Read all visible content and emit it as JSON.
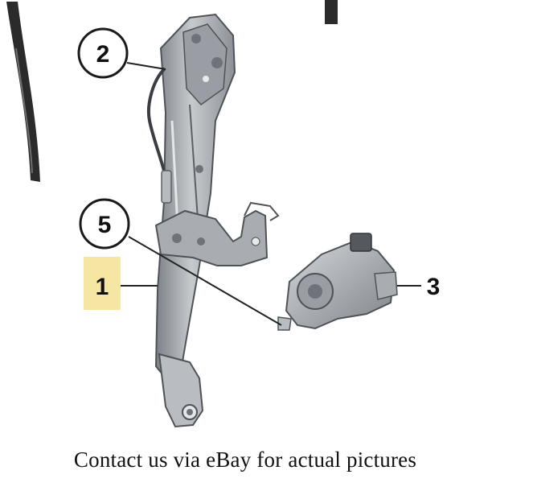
{
  "diagram": {
    "callouts": [
      {
        "id": "2",
        "label": "2",
        "style": "circle"
      },
      {
        "id": "5",
        "label": "5",
        "style": "circle"
      },
      {
        "id": "1",
        "label": "1",
        "style": "highlight"
      },
      {
        "id": "3",
        "label": "3",
        "style": "plain"
      }
    ],
    "caption": "Contact us via eBay for actual pictures",
    "colors": {
      "highlight": "#f5e6a3",
      "line": "#222222",
      "part_light": "#c9ccd0",
      "part_mid": "#9a9ea4",
      "part_dark": "#5c6066",
      "cable": "#3a3d42",
      "seal": "#2a2a2a"
    }
  }
}
